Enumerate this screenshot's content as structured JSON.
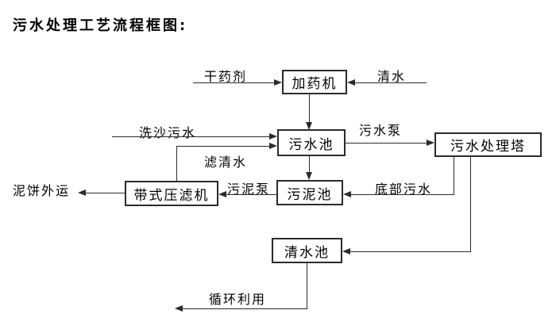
{
  "title": "污水处理工艺流程框图:",
  "boxes": {
    "dosing_machine": "加药机",
    "sewage_pool": "污水池",
    "treatment_tower": "污水处理塔",
    "belt_filter_press": "带式压滤机",
    "sludge_pool": "污泥池",
    "clean_water_pool": "清水池"
  },
  "flow_labels": {
    "dry_agent": "干药剂",
    "clean_water": "清水",
    "sand_washing_sewage": "洗沙污水",
    "filtered_water": "滤清水",
    "sewage_pump": "污水泵",
    "sludge_pump": "污泥泵",
    "mud_cake_outbound": "泥饼外运",
    "bottom_sewage": "底部污水",
    "recycling": "循环利用"
  },
  "edges": [
    {
      "from": "干药剂",
      "to": "加药机"
    },
    {
      "from": "清水",
      "to": "加药机"
    },
    {
      "from": "加药机",
      "to": "污水池"
    },
    {
      "from": "洗沙污水",
      "to": "污水池"
    },
    {
      "from": "带式压滤机",
      "to": "污水池",
      "label": "滤清水"
    },
    {
      "from": "污水池",
      "to": "污水处理塔",
      "label": "污水泵"
    },
    {
      "from": "污水池",
      "to": "污泥池"
    },
    {
      "from": "污泥池",
      "to": "带式压滤机",
      "label": "污泥泵"
    },
    {
      "from": "带式压滤机",
      "to": "泥饼外运"
    },
    {
      "from": "污水处理塔",
      "to": "污泥池",
      "label": "底部污水"
    },
    {
      "from": "污水处理塔",
      "to": "清水池"
    },
    {
      "from": "清水池",
      "to": "循环利用"
    }
  ],
  "colors": {
    "line": "#2b2b2b",
    "text": "#000000",
    "background": "#ffffff"
  }
}
